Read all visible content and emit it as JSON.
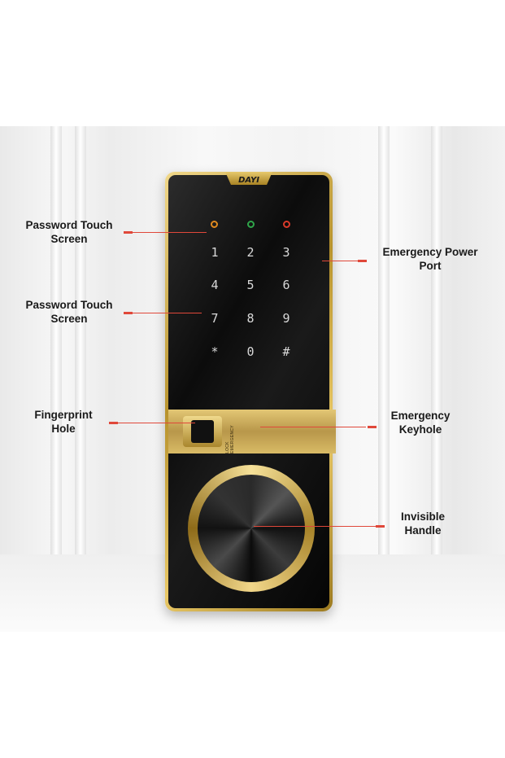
{
  "brand": "DAYI",
  "keypad": [
    "1",
    "2",
    "3",
    "4",
    "5",
    "6",
    "7",
    "8",
    "9",
    "*",
    "0",
    "#"
  ],
  "lock_labels": {
    "side": "LOCK",
    "emergency": "EMERGENCY"
  },
  "callouts": [
    {
      "line1": "Password Touch",
      "line2": "Screen"
    },
    {
      "line1": "Password Touch",
      "line2": "Screen"
    },
    {
      "line1": "Fingerprint",
      "line2": "Hole"
    },
    {
      "line1": "Emergency Power",
      "line2": "Port"
    },
    {
      "line1": "Emergency",
      "line2": "Keyhole"
    },
    {
      "line1": "Invisible",
      "line2": "Handle"
    }
  ],
  "colors": {
    "callout_line": "#e0483a",
    "led_orange": "#e08a1f",
    "led_green": "#2fa64a",
    "led_red": "#d93a2a",
    "gold": "#c9a84c"
  }
}
